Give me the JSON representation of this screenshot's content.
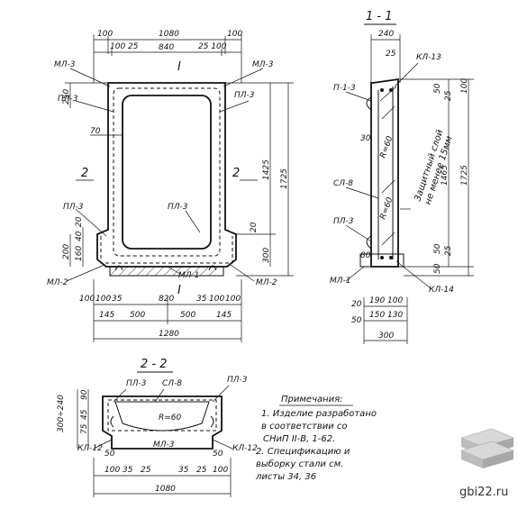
{
  "main_view": {
    "dims_top": [
      "100",
      "1080",
      "100",
      "100 25",
      "840",
      "25 100"
    ],
    "section_mark": "I",
    "labels": [
      "МЛ-3",
      "МЛ-3",
      "ПЛ-3",
      "ПЛ-3",
      "ПЛ-3",
      "ПЛ-3",
      "МЛ-2",
      "МЛ-1",
      "МЛ-2"
    ],
    "section_symbol": "2",
    "dims_left": [
      "250",
      "200",
      "160",
      "40",
      "20"
    ],
    "dims_right": [
      "1425",
      "1725",
      "300",
      "20"
    ],
    "dim_inner": "70",
    "dims_bottom": [
      "100",
      "100",
      "35",
      "820",
      "35",
      "100",
      "100",
      "145",
      "500",
      "500",
      "145",
      "1280"
    ]
  },
  "section_1": {
    "title": "1 - 1",
    "dims_top": [
      "240",
      "25"
    ],
    "labels": [
      "П-1-3",
      "КЛ-13",
      "СЛ-8",
      "ПЛ-3",
      "МЛ-1",
      "КЛ-14"
    ],
    "radius_1": "R=60",
    "radius_2": "R=60",
    "note": "Защитный слой\nне менее 15мм",
    "dims_right": [
      "50",
      "25",
      "100",
      "1465",
      "1725",
      "50",
      "25",
      "50"
    ],
    "dims_left_small": [
      "30",
      "80"
    ],
    "dims_bottom": [
      "20",
      "190",
      "100",
      "130",
      "50",
      "150",
      "300"
    ]
  },
  "section_2": {
    "title": "2 - 2",
    "labels": [
      "ПЛ-3",
      "СЛ-8",
      "ПЛ-3",
      "КЛ-12",
      "МЛ-3",
      "КЛ-12"
    ],
    "radius": "R=60",
    "dims_left": [
      "90",
      "300÷240",
      "45",
      "75",
      "50"
    ],
    "dims_bottom": [
      "50",
      "100",
      "35",
      "25",
      "35",
      "25",
      "100",
      "1080"
    ]
  },
  "notes": {
    "heading": "Примечания:",
    "lines": [
      "1. Изделие разработано",
      "в соответствии со",
      "СНиП II-В, 1-62.",
      "2. Спецификацию и",
      "выборку стали см.",
      "листы  34, 36"
    ]
  },
  "watermark": "gbi22.ru"
}
